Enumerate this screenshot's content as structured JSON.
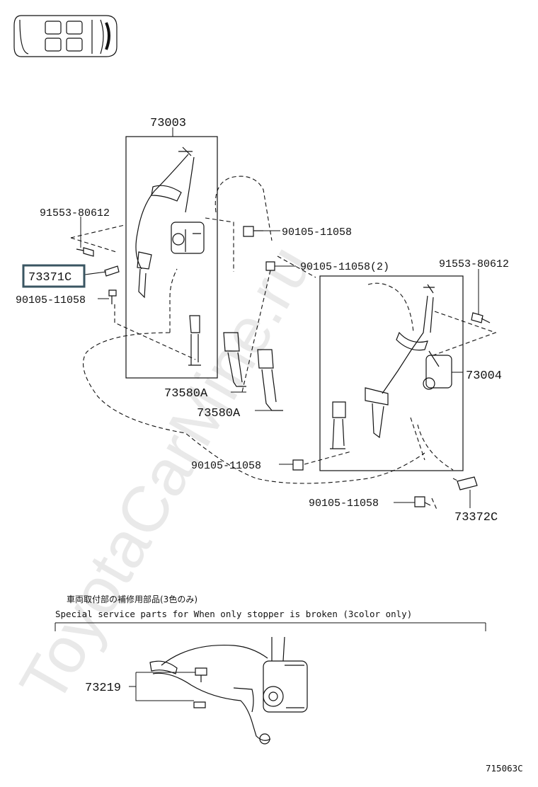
{
  "labels": {
    "p73003": "73003",
    "p73004": "73004",
    "p91553_left": "91553-80612",
    "p91553_right": "91553-80612",
    "p73371c": "73371C",
    "p90105_left": "90105-11058",
    "p90105_top": "90105-11058",
    "p90105_top2": "90105-11058(2)",
    "p73580a_1": "73580A",
    "p73580a_2": "73580A",
    "p90105_mid": "90105-11058",
    "p90105_low": "90105-11058",
    "p73372c": "73372C",
    "p73219": "73219"
  },
  "note": {
    "jp": "車両取付部の補修用部品(3色のみ)",
    "en": "Special  service  parts  for  When  only  stopper  is  broken  (3color  only)"
  },
  "diagram_code": "715063C",
  "watermark": "ToyotaCarMine.ru",
  "highlight_color": "#3a5562"
}
